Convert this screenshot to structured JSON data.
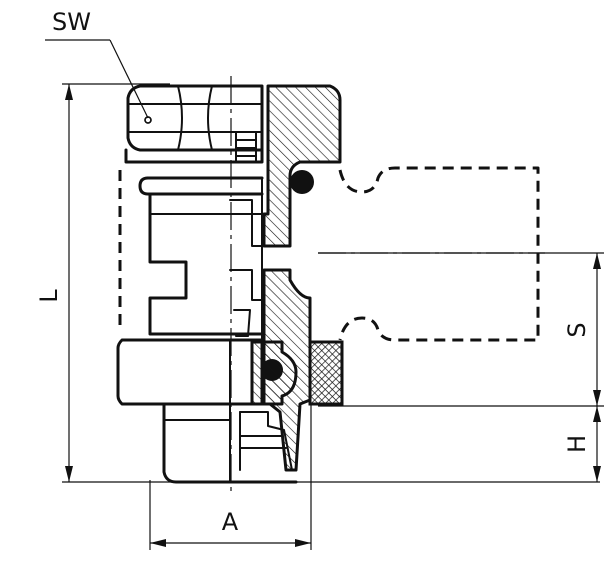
{
  "labels": {
    "sw": "SW",
    "l": "L",
    "s": "S",
    "h": "H",
    "a": "A"
  }
}
